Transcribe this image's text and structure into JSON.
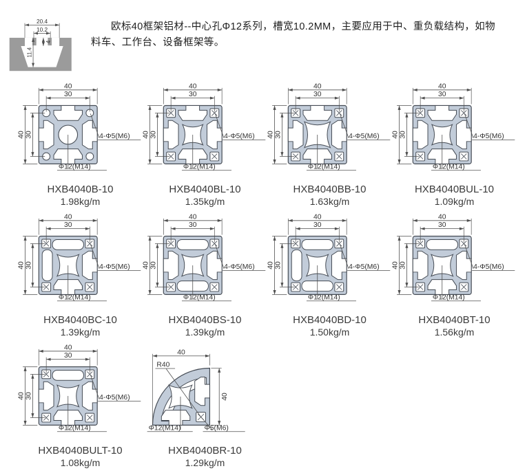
{
  "colors": {
    "profile_fill": "#c2ccd9",
    "profile_stroke": "#454b54",
    "dim_line": "#4f4f4f",
    "text": "#333333",
    "thumb_gray": "#9b9b9b",
    "white": "#ffffff"
  },
  "header": {
    "thumbnail": {
      "dims": {
        "outer_slot_width": "20.4",
        "inner_slot_width": "10.2",
        "slot_depth": "11.4",
        "lip_depth": "4"
      }
    },
    "description": "欧标40框架铝材--中心孔Φ12系列，槽宽10.2MM，主要应用于中、重负载结构，如物料车、工作台、设备框架等。"
  },
  "profiles": [
    {
      "model": "HXB4040B-10",
      "weight": "1.98kg/m",
      "dims": {
        "top_outer": "40",
        "top_inner": "30",
        "side_outer": "40",
        "side_inner": "30"
      },
      "annotations": {
        "corner": "4-Φ5(M6)",
        "center": "Φ12(M14)"
      },
      "shape": {
        "variant": "standard",
        "closed_sides": [],
        "corner_style": "hole",
        "center_style": "hole",
        "center_size": 28,
        "light": false
      }
    },
    {
      "model": "HXB4040BL-10",
      "weight": "1.35kg/m",
      "dims": {
        "top_outer": "40",
        "top_inner": "30",
        "side_outer": "40",
        "side_inner": "30"
      },
      "annotations": {
        "corner": "4-Φ5(M6)",
        "center": "Φ12(M14)"
      },
      "shape": {
        "variant": "standard",
        "closed_sides": [],
        "corner_style": "x",
        "center_style": "pillow",
        "center_size": 30,
        "light": false
      }
    },
    {
      "model": "HXB4040BB-10",
      "weight": "1.63kg/m",
      "dims": {
        "top_outer": "40",
        "top_inner": "30",
        "side_outer": "40",
        "side_inner": "30"
      },
      "annotations": {
        "corner": "4-Φ5(M6)",
        "center": "Φ12(M14)"
      },
      "shape": {
        "variant": "standard",
        "closed_sides": [],
        "corner_style": "x",
        "center_style": "pillow",
        "center_size": 38,
        "light": false
      }
    },
    {
      "model": "HXB4040BUL-10",
      "weight": "1.09kg/m",
      "dims": {
        "top_outer": "40",
        "top_inner": "30",
        "side_outer": "40",
        "side_inner": "30"
      },
      "annotations": {
        "corner": "4-Φ5(M6)",
        "center": "Φ12(M14)"
      },
      "shape": {
        "variant": "standard",
        "closed_sides": [],
        "corner_style": "x",
        "center_style": "pillow",
        "center_size": 30,
        "light": true
      }
    },
    {
      "model": "HXB4040BC-10",
      "weight": "1.39kg/m",
      "dims": {
        "top_outer": "40",
        "top_inner": "30",
        "side_outer": "40",
        "side_inner": "30"
      },
      "annotations": {
        "corner": "4-Φ5(M6)",
        "center": "Φ12(M14)"
      },
      "shape": {
        "variant": "standard",
        "closed_sides": [
          "top",
          "left"
        ],
        "corner_style": "x",
        "center_style": "pillow",
        "center_size": 32,
        "light": false
      }
    },
    {
      "model": "HXB4040BS-10",
      "weight": "1.39kg/m",
      "dims": {
        "top_outer": "40",
        "top_inner": "30",
        "side_outer": "40",
        "side_inner": "30"
      },
      "annotations": {
        "corner": "4-Φ5(M6)",
        "center": "Φ12(M14)"
      },
      "shape": {
        "variant": "standard",
        "closed_sides": [
          "top",
          "bottom"
        ],
        "corner_style": "x",
        "center_style": "pillow",
        "center_size": 32,
        "light": false
      }
    },
    {
      "model": "HXB4040BD-10",
      "weight": "1.50kg/m",
      "dims": {
        "top_outer": "40",
        "top_inner": "30",
        "side_outer": "40",
        "side_inner": "30"
      },
      "annotations": {
        "corner": "4-Φ5(M6)",
        "center": "Φ12(M14)"
      },
      "shape": {
        "variant": "standard",
        "closed_sides": [
          "top",
          "left",
          "bottom"
        ],
        "corner_style": "x",
        "center_style": "pillow",
        "center_size": 32,
        "light": false
      }
    },
    {
      "model": "HXB4040BT-10",
      "weight": "1.56kg/m",
      "dims": {
        "top_outer": "40",
        "top_inner": "30",
        "side_outer": "40",
        "side_inner": "30"
      },
      "annotations": {
        "corner": "4-Φ5(M6)",
        "center": "Φ12(M14)"
      },
      "shape": {
        "variant": "standard",
        "closed_sides": [
          "top"
        ],
        "corner_style": "x",
        "center_style": "pillow",
        "center_size": 32,
        "light": false
      }
    },
    {
      "model": "HXB4040BULT-10",
      "weight": "1.08kg/m",
      "dims": {
        "top_outer": "40",
        "top_inner": "30",
        "side_outer": "40",
        "side_inner": "30"
      },
      "annotations": {
        "corner": "4-Φ5(M6)",
        "center": "Φ12(M14)"
      },
      "shape": {
        "variant": "standard",
        "closed_sides": [
          "top"
        ],
        "corner_style": "x",
        "center_style": "pillow",
        "center_size": 32,
        "light": true
      }
    },
    {
      "model": "HXB4040BR-10",
      "weight": "1.29kg/m",
      "dims": {
        "top_outer": "40",
        "side_outer": "40",
        "radius": "R40"
      },
      "annotations": {
        "corner": "Φ5(M6)",
        "center": "Φ12(M14)"
      },
      "shape": {
        "variant": "radius",
        "closed_sides": [],
        "corner_style": "x",
        "center_style": "pillow",
        "center_size": 34,
        "light": false
      }
    }
  ]
}
